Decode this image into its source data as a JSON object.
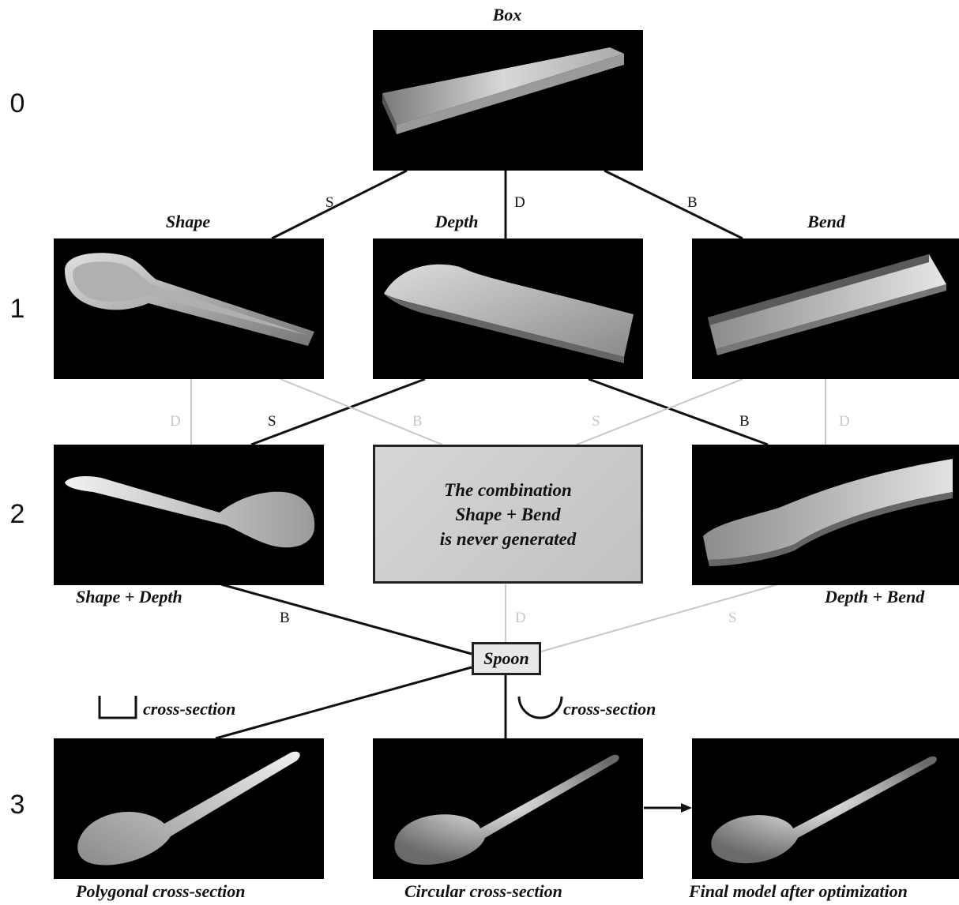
{
  "levels": [
    "0",
    "1",
    "2",
    "3"
  ],
  "nodes": {
    "box": "Box",
    "shape": "Shape",
    "depth": "Depth",
    "bend": "Bend",
    "shape_depth": "Shape + Depth",
    "depth_bend": "Depth + Bend",
    "spoon": "Spoon",
    "polygonal": "Polygonal cross-section",
    "circular": "Circular cross-section",
    "final": "Final model after optimization"
  },
  "note": {
    "line1": "The combination",
    "line2": "Shape + Bend",
    "line3": "is never generated"
  },
  "edge_labels": {
    "s": "S",
    "d": "D",
    "b": "B"
  },
  "cross_section_label": "cross-section",
  "colors": {
    "panel": "#000000",
    "edge": "#111111",
    "faint_edge": "#c8c8c8",
    "note_fill": "#cfcfcf"
  }
}
